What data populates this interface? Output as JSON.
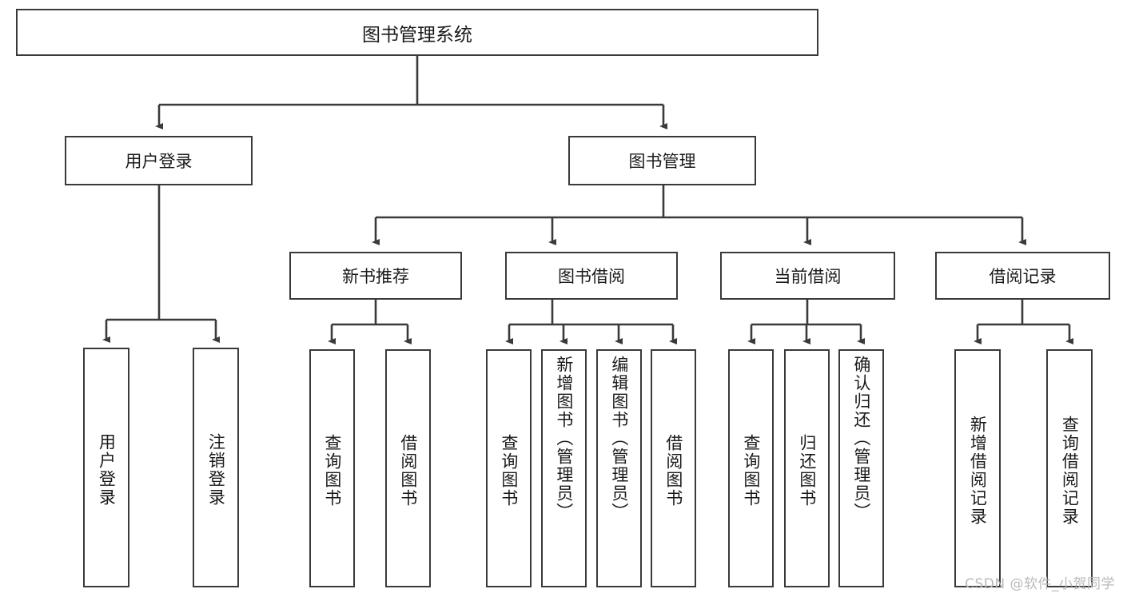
{
  "diagram": {
    "title": "图书管理系统",
    "watermark": "CSDN @软件_小贺同学",
    "colors": {
      "stroke": "#3a3a3a",
      "text": "#1a1a1a",
      "background": "#ffffff",
      "watermark": "#b9b9b9"
    },
    "root": {
      "label": "图书管理系统"
    },
    "tier1": [
      {
        "label": "用户登录"
      },
      {
        "label": "图书管理"
      }
    ],
    "tier2": [
      {
        "label": "新书推荐"
      },
      {
        "label": "图书借阅"
      },
      {
        "label": "当前借阅"
      },
      {
        "label": "借阅记录"
      }
    ],
    "leaves": {
      "user_login": [
        {
          "label": "用户登录"
        },
        {
          "label": "注销登录"
        }
      ],
      "new_book_recommend": [
        {
          "label": "查询图书"
        },
        {
          "label": "借阅图书"
        }
      ],
      "book_borrow": [
        {
          "label": "查询图书"
        },
        {
          "label": "新增图书（管理员）"
        },
        {
          "label": "编辑图书（管理员）"
        },
        {
          "label": "借阅图书"
        }
      ],
      "current_borrow": [
        {
          "label": "查询图书"
        },
        {
          "label": "归还图书"
        },
        {
          "label": "确认归还（管理员）"
        }
      ],
      "borrow_record": [
        {
          "label": "新增借阅记录"
        },
        {
          "label": "查询借阅记录"
        }
      ]
    }
  }
}
